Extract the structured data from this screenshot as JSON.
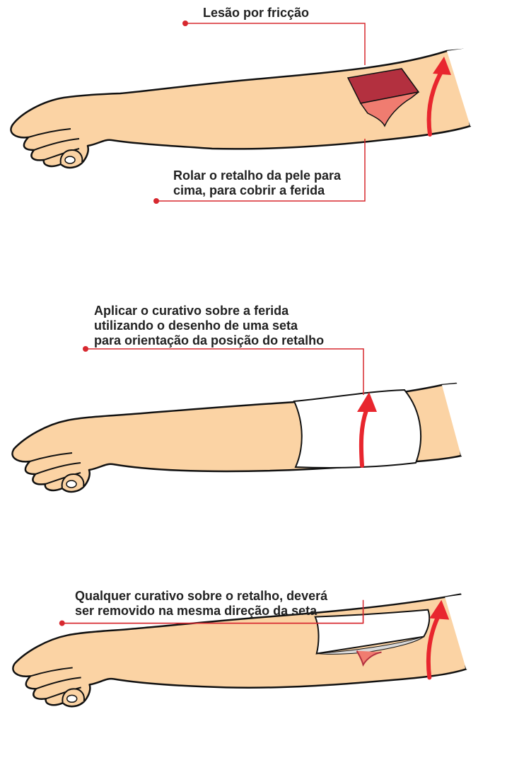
{
  "colors": {
    "skin": "#fbd3a4",
    "skin_outline": "#111111",
    "leader_line": "#d7282f",
    "arrow": "#e8262e",
    "wound_dark": "#b3303f",
    "wound_flap": "#f07c70",
    "bandage": "#ffffff",
    "text": "#222222"
  },
  "panels": [
    {
      "id": "step-1",
      "labels": [
        {
          "lines": [
            "Lesão por fricção"
          ]
        },
        {
          "lines": [
            "Rolar o retalho da pele para",
            "cima, para cobrir a ferida"
          ]
        }
      ]
    },
    {
      "id": "step-2",
      "labels": [
        {
          "lines": [
            "Aplicar o curativo sobre a ferida",
            "utilizando o desenho de uma seta",
            "para orientação da posição do retalho"
          ]
        }
      ]
    },
    {
      "id": "step-3",
      "labels": [
        {
          "lines": [
            "Qualquer curativo sobre o retalho, deverá",
            "ser removido na mesma direção da seta"
          ]
        }
      ]
    }
  ],
  "icons": {
    "arm": "forearm-hand-icon",
    "arrow": "upward-curved-arrow-icon",
    "wound": "skin-tear-wound-icon",
    "bandage": "dressing-bandage-icon"
  }
}
